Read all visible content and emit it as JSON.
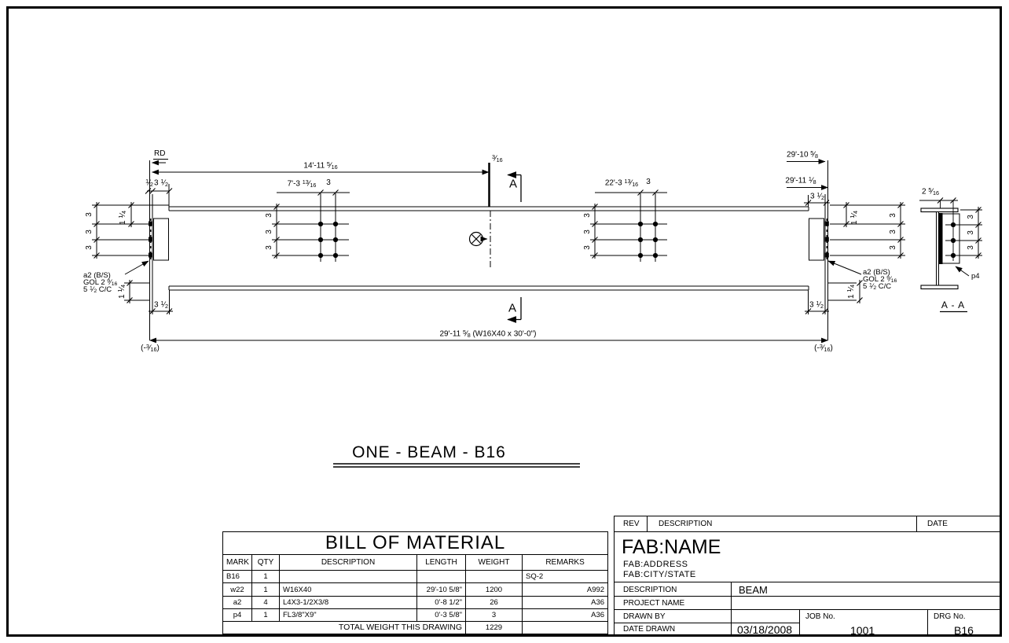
{
  "colors": {
    "ink": "#000000",
    "paper": "#ffffff"
  },
  "beam_drawing": {
    "title": "ONE - BEAM - B16",
    "rd_label": "RD",
    "dim_left_to_section": "14'-11 5/16",
    "dim_setback": "1/2",
    "dim_angle_leg": "3 1/2",
    "dim_group1": "7'-3 13/16",
    "pitch_3": "3",
    "dim_web": "3/16",
    "section_letter": "A",
    "dim_group2": "22'-3 13/16",
    "dim_right_hole": "29'-10 5/8",
    "dim_right_end": "29'-11 1/8",
    "edge_1_14": "1 1/4",
    "note_mark": "a2 (B/S)",
    "note_gol": "GOL 2 9/16",
    "note_cc": "5 1/2 C/C",
    "dim_overall": "29'-11 5/8 (W16X40 x 30'-0\")",
    "tolerance": "(-3/16)",
    "section_title": "A - A",
    "dim_section_gauge": "2 5/16",
    "plate_label": "p4"
  },
  "bom": {
    "title": "BILL OF MATERIAL",
    "headers": [
      "MARK",
      "QTY",
      "DESCRIPTION",
      "LENGTH",
      "WEIGHT",
      "REMARKS"
    ],
    "rows": [
      {
        "mark": "B16",
        "qty": "1",
        "description": "",
        "length": "",
        "weight": "",
        "remarks": "SQ-2"
      },
      {
        "mark": "w22",
        "qty": "1",
        "description": "W16X40",
        "length": "29'-10 5/8\"",
        "weight": "1200",
        "remarks": "A992"
      },
      {
        "mark": "a2",
        "qty": "4",
        "description": "L4X3-1/2X3/8",
        "length": "0'-8 1/2\"",
        "weight": "26",
        "remarks": "A36"
      },
      {
        "mark": "p4",
        "qty": "1",
        "description": "FL3/8\"X9\"",
        "length": "0'-3 5/8\"",
        "weight": "3",
        "remarks": "A36"
      }
    ],
    "total_label": "TOTAL WEIGHT THIS DRAWING",
    "total_weight": "1229"
  },
  "title_block": {
    "rev_header": {
      "rev": "REV",
      "description": "DESCRIPTION",
      "date": "DATE"
    },
    "fab": {
      "name": "FAB:NAME",
      "address": "FAB:ADDRESS",
      "city": "FAB:CITY/STATE"
    },
    "fields": {
      "description_label": "DESCRIPTION",
      "description_value": "BEAM",
      "project_label": "PROJECT NAME",
      "project_value": "",
      "drawn_by_label": "DRAWN BY",
      "drawn_by_value": "",
      "date_label": "DATE DRAWN",
      "date_value": "03/18/2008",
      "job_label": "JOB No.",
      "job_value": "1001",
      "drg_label": "DRG No.",
      "drg_value": "B16"
    }
  }
}
